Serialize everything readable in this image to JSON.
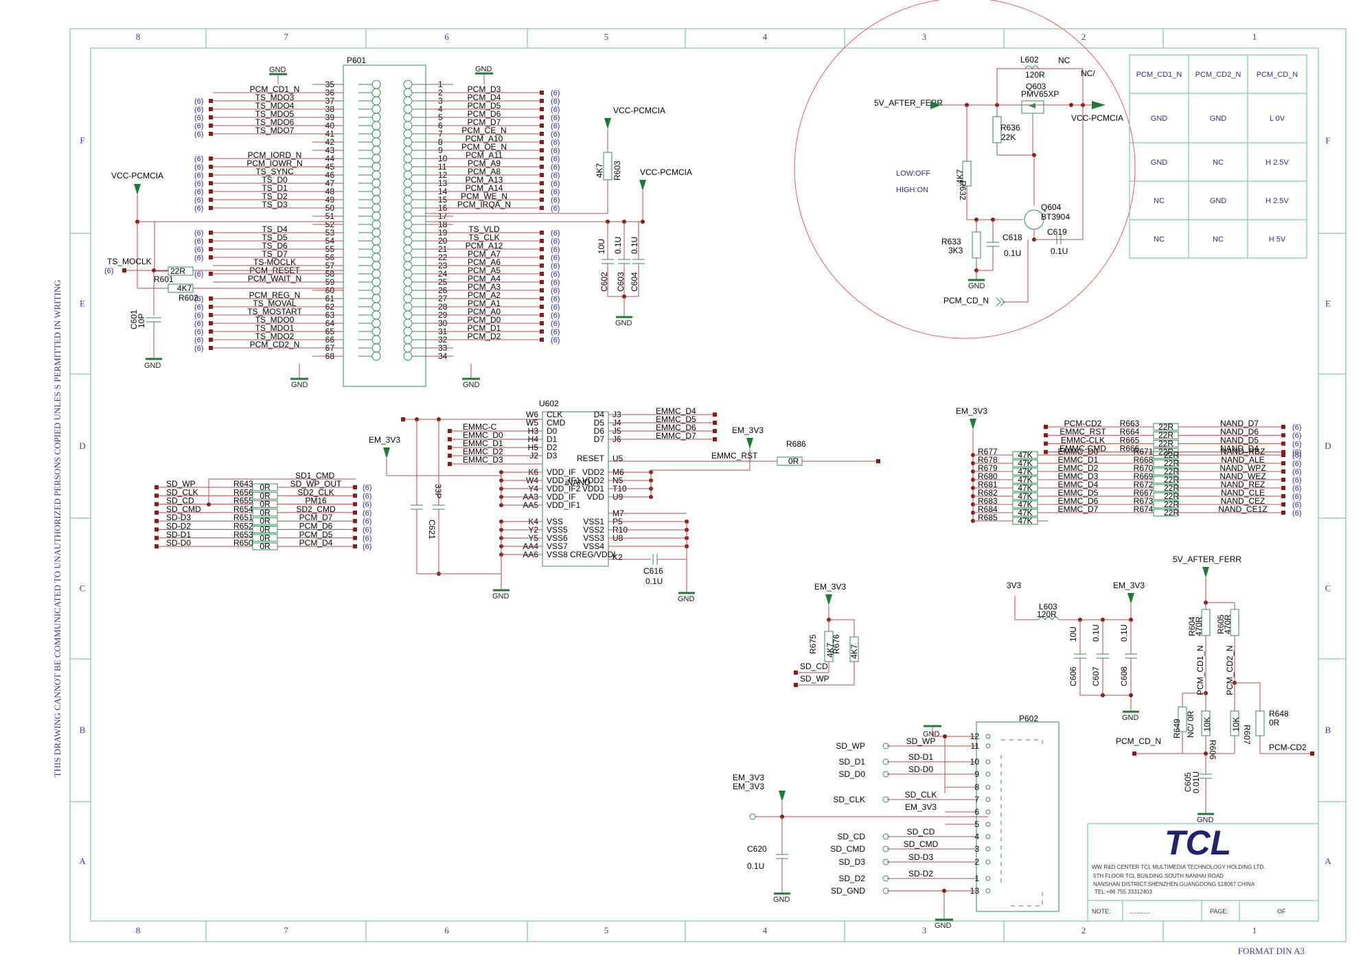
{
  "frame": {
    "cols_top": [
      "8",
      "7",
      "6",
      "5",
      "4",
      "3",
      "2",
      "1"
    ],
    "rows_side": [
      "F",
      "E",
      "D",
      "C",
      "B",
      "A"
    ],
    "side_notice": "THIS DRAWING CANNOT BE COMMUNICATED TO UNAUTHORIZED PERSONS COPIED UNLES S PERMITTED IN WRITING",
    "format": "FORMAT DIN A3"
  },
  "title_block": {
    "logo": "TCL",
    "line1": "WW R&D CENTER TCL MULTIMEDIA TECHNOLOGY HOLDING LTD.",
    "line2": "5TH FLOOR TCL BUILDING.SOUTH NANHAI ROAD",
    "line3": "NANSHAN DISTRICT.SHENZHEN.GUANGDONG 518067 CHINA",
    "line4": "TEL:+86 755 33312403",
    "note_label": "NOTE:",
    "note_value": "............",
    "page_label": "PAGE:",
    "of_label": "OF"
  },
  "p601": {
    "ref": "P601",
    "left_pins": [
      {
        "n": "35",
        "sig": "",
        "ref": ""
      },
      {
        "n": "36",
        "sig": "PCM_CD1_N",
        "ref": ""
      },
      {
        "n": "37",
        "sig": "TS_MDO3",
        "ref": "(6)"
      },
      {
        "n": "38",
        "sig": "TS_MDO4",
        "ref": "(6)"
      },
      {
        "n": "39",
        "sig": "TS_MDO5",
        "ref": "(6)"
      },
      {
        "n": "40",
        "sig": "TS_MDO6",
        "ref": "(6)"
      },
      {
        "n": "41",
        "sig": "TS_MDO7",
        "ref": "(6)"
      },
      {
        "n": "42",
        "sig": "",
        "ref": ""
      },
      {
        "n": "43",
        "sig": "",
        "ref": ""
      },
      {
        "n": "44",
        "sig": "PCM_IORD_N",
        "ref": "(6)"
      },
      {
        "n": "45",
        "sig": "PCM_IOWR_N",
        "ref": "(6)"
      },
      {
        "n": "46",
        "sig": "TS_SYNC",
        "ref": "(6)"
      },
      {
        "n": "47",
        "sig": "TS_D0",
        "ref": "(6)"
      },
      {
        "n": "48",
        "sig": "TS_D1",
        "ref": "(6)"
      },
      {
        "n": "49",
        "sig": "TS_D2",
        "ref": "(6)"
      },
      {
        "n": "50",
        "sig": "TS_D3",
        "ref": "(6)"
      },
      {
        "n": "51",
        "sig": "",
        "ref": ""
      },
      {
        "n": "52",
        "sig": "",
        "ref": ""
      },
      {
        "n": "53",
        "sig": "TS_D4",
        "ref": "(6)"
      },
      {
        "n": "54",
        "sig": "TS_D5",
        "ref": "(6)"
      },
      {
        "n": "55",
        "sig": "TS_D6",
        "ref": "(6)"
      },
      {
        "n": "56",
        "sig": "TS_D7",
        "ref": "(6)"
      },
      {
        "n": "57",
        "sig": "TS-MOCLK",
        "ref": ""
      },
      {
        "n": "58",
        "sig": "PCM_RESET",
        "ref": "(6)"
      },
      {
        "n": "59",
        "sig": "PCM_WAIT_N",
        "ref": ""
      },
      {
        "n": "60",
        "sig": "",
        "ref": ""
      },
      {
        "n": "61",
        "sig": "PCM_REG_N",
        "ref": "(6)"
      },
      {
        "n": "62",
        "sig": "TS_MOVAL",
        "ref": "(6)"
      },
      {
        "n": "63",
        "sig": "TS_MOSTART",
        "ref": "(6)"
      },
      {
        "n": "64",
        "sig": "TS_MDO0",
        "ref": "(6)"
      },
      {
        "n": "65",
        "sig": "TS_MDO1",
        "ref": "(6)"
      },
      {
        "n": "66",
        "sig": "TS_MDO2",
        "ref": "(6)"
      },
      {
        "n": "67",
        "sig": "PCM_CD2_N",
        "ref": "(6)"
      },
      {
        "n": "68",
        "sig": "",
        "ref": ""
      }
    ],
    "right_pins": [
      {
        "n": "1",
        "sig": "",
        "ref": ""
      },
      {
        "n": "2",
        "sig": "PCM_D3",
        "ref": "(6)"
      },
      {
        "n": "3",
        "sig": "PCM_D4",
        "ref": "(6)"
      },
      {
        "n": "4",
        "sig": "PCM_D5",
        "ref": "(6)"
      },
      {
        "n": "5",
        "sig": "PCM_D6",
        "ref": "(6)"
      },
      {
        "n": "6",
        "sig": "PCM_D7",
        "ref": "(6)"
      },
      {
        "n": "7",
        "sig": "PCM_CE_N",
        "ref": "(6)"
      },
      {
        "n": "8",
        "sig": "PCM_A10",
        "ref": "(6)"
      },
      {
        "n": "9",
        "sig": "PCM_OE_N",
        "ref": "(6)"
      },
      {
        "n": "10",
        "sig": "PCM_A11",
        "ref": "(6)"
      },
      {
        "n": "11",
        "sig": "PCM_A9",
        "ref": "(6)"
      },
      {
        "n": "12",
        "sig": "PCM_A8",
        "ref": "(6)"
      },
      {
        "n": "13",
        "sig": "PCM_A13",
        "ref": "(6)"
      },
      {
        "n": "14",
        "sig": "PCM_A14",
        "ref": "(6)"
      },
      {
        "n": "15",
        "sig": "PCM_WE_N",
        "ref": "(6)"
      },
      {
        "n": "16",
        "sig": "PCM_IRQA_N",
        "ref": "(6)"
      },
      {
        "n": "17",
        "sig": "",
        "ref": ""
      },
      {
        "n": "18",
        "sig": "",
        "ref": ""
      },
      {
        "n": "19",
        "sig": "TS_VLD",
        "ref": "(6)"
      },
      {
        "n": "20",
        "sig": "TS_CLK",
        "ref": "(6)"
      },
      {
        "n": "21",
        "sig": "PCM_A12",
        "ref": "(6)"
      },
      {
        "n": "22",
        "sig": "PCM_A7",
        "ref": "(6)"
      },
      {
        "n": "23",
        "sig": "PCM_A6",
        "ref": "(6)"
      },
      {
        "n": "24",
        "sig": "PCM_A5",
        "ref": "(6)"
      },
      {
        "n": "25",
        "sig": "PCM_A4",
        "ref": "(6)"
      },
      {
        "n": "26",
        "sig": "PCM_A3",
        "ref": "(6)"
      },
      {
        "n": "27",
        "sig": "PCM_A2",
        "ref": "(6)"
      },
      {
        "n": "28",
        "sig": "PCM_A1",
        "ref": "(6)"
      },
      {
        "n": "29",
        "sig": "PCM_A0",
        "ref": "(6)"
      },
      {
        "n": "30",
        "sig": "PCM_D0",
        "ref": "(6)"
      },
      {
        "n": "31",
        "sig": "PCM_D1",
        "ref": "(6)"
      },
      {
        "n": "32",
        "sig": "PCM_D2",
        "ref": "(6)"
      },
      {
        "n": "33",
        "sig": "",
        "ref": ""
      },
      {
        "n": "34",
        "sig": "",
        "ref": ""
      }
    ]
  },
  "labels": {
    "gnd": "GND",
    "vcc_pcmcia": "VCC-PCMCIA",
    "em_3v3": "EM_3V3",
    "v3v3": "3V3",
    "v5_after_ferr": "5V_AFTER_FERR",
    "v5_after_ferr_small": "5V_AFTER_FERR",
    "ts_moclk": "TS_MOCLK",
    "six": "(6)",
    "r601": "R601",
    "r601v": "22R",
    "r602": "R602",
    "r602v": "4K7",
    "c601": "C601",
    "c601v": "10P",
    "r603": "R603",
    "r603v": "4K7",
    "c602": "C602",
    "c602v": "10U",
    "c603": "C603",
    "c603v": "0.1U",
    "c604": "C604",
    "c604v": "0.1U",
    "l602": "L602",
    "l602v": "120R",
    "nc": "NC",
    "nc2": "NC/",
    "q603": "Q603",
    "q603v": "PMV65XP",
    "r636": "R636",
    "r636v": "22K",
    "r632": "R632",
    "r632v": "4K7",
    "low_off": "LOW:OFF",
    "high_on": "HIGH:ON",
    "q604": "Q604",
    "q604v": "BT3904",
    "r633": "R633",
    "r633v": "3K3",
    "c618": "C618",
    "c618v": "0.1U",
    "c619": "C619",
    "c619v": "0.1U",
    "pcm_cd_n": "PCM_CD_N",
    "u602": "U602",
    "inand": "iNAND",
    "c621": "C621",
    "c621v": "33P",
    "c616": "C616",
    "c616v": "0.1U",
    "r686": "R686",
    "r686v": "0R",
    "emmc_rst": "EMMC_RST",
    "r675": "R675",
    "r675v": "4K7",
    "r676": "R676",
    "r676v": "4K7",
    "sd_cd": "SD_CD",
    "sd_wp": "SD_WP",
    "l603": "L603",
    "l603v": "120R",
    "c606": "C606",
    "c606v": "10U",
    "c607": "C607",
    "c607v": "0.1U",
    "c608": "C608",
    "c608v": "0.1U",
    "p602": "P602",
    "c620": "C620",
    "c620v": "0.1U",
    "r604": "R604",
    "r604v": "470R",
    "r605": "R605",
    "r605v": "470R",
    "pcm_cd1_n": "PCM_CD1_N",
    "pcm_cd2_n": "PCM_CD2_N",
    "r649": "R649",
    "r649v": "NC/ 0R",
    "r606": "R606",
    "r606v": "10K",
    "r607": "R607",
    "r607v": "10K",
    "r648": "R648",
    "r648v": "0R",
    "pcm_cd2": "PCM-CD2",
    "c605": "C605",
    "c605v": "0.01U"
  },
  "u602": {
    "left_pins": [
      {
        "ball": "W6",
        "name": "CLK",
        "net": ""
      },
      {
        "ball": "W5",
        "name": "CMD",
        "net": "EMMC-C"
      },
      {
        "ball": "H3",
        "name": "D0",
        "net": "EMMC_D0"
      },
      {
        "ball": "H4",
        "name": "D1",
        "net": "EMMC_D1"
      },
      {
        "ball": "H5",
        "name": "D2",
        "net": "EMMC_D2"
      },
      {
        "ball": "J2",
        "name": "D3",
        "net": "EMMC_D3"
      },
      {
        "ball": "K6",
        "name": "VDD_IF",
        "net": ""
      },
      {
        "ball": "W4",
        "name": "VDD_IF1",
        "net": ""
      },
      {
        "ball": "Y4",
        "name": "VDD_IF2",
        "net": ""
      },
      {
        "ball": "AA3",
        "name": "VDD_IF",
        "net": ""
      },
      {
        "ball": "AA5",
        "name": "VDD_IF1",
        "net": ""
      },
      {
        "ball": "K4",
        "name": "VSS",
        "net": ""
      },
      {
        "ball": "Y2",
        "name": "VSS5",
        "net": ""
      },
      {
        "ball": "Y5",
        "name": "VSS6",
        "net": ""
      },
      {
        "ball": "AA4",
        "name": "VSS7",
        "net": ""
      },
      {
        "ball": "AA6",
        "name": "VSS8 CREG/VDDI",
        "net": ""
      }
    ],
    "right_pins": [
      {
        "ball": "J3",
        "name": "D4",
        "net": "EMMC_D4"
      },
      {
        "ball": "J4",
        "name": "D5",
        "net": "EMMC_D5"
      },
      {
        "ball": "J5",
        "name": "D6",
        "net": "EMMC_D6"
      },
      {
        "ball": "J6",
        "name": "D7",
        "net": "EMMC_D7"
      },
      {
        "ball": "U5",
        "name": "RESET",
        "net": ""
      },
      {
        "ball": "M6",
        "name": "VDD2",
        "net": ""
      },
      {
        "ball": "N5",
        "name": "VDD2",
        "net": ""
      },
      {
        "ball": "T10",
        "name": "VDD1",
        "net": ""
      },
      {
        "ball": "U9",
        "name": "VDD",
        "net": ""
      },
      {
        "ball": "M7",
        "name": "",
        "net": ""
      },
      {
        "ball": "P5",
        "name": "VSS1",
        "net": ""
      },
      {
        "ball": "R10",
        "name": "VSS2",
        "net": ""
      },
      {
        "ball": "U8",
        "name": "VSS3",
        "net": ""
      },
      {
        "ball": "",
        "name": "VSS4",
        "net": ""
      },
      {
        "ball": "K2",
        "name": "",
        "net": ""
      }
    ]
  },
  "sd_resistors": [
    {
      "left": "SD_WP",
      "r": "R643",
      "v": "0R",
      "right": "SD_WP_OUT",
      "top": "SD1_CMD"
    },
    {
      "left": "SD_CLK",
      "r": "R656",
      "v": "0R",
      "right": "SD2_CLK",
      "top": ""
    },
    {
      "left": "SD_CD",
      "r": "R655",
      "v": "0R",
      "right": "PM16",
      "top": ""
    },
    {
      "left": "SD_CMD",
      "r": "R654",
      "v": "0R",
      "right": "SD2_CMD",
      "top": ""
    },
    {
      "left": "SD-D3",
      "r": "R651",
      "v": "0R",
      "right": "PCM_D7",
      "top": ""
    },
    {
      "left": "SD-D2",
      "r": "R652",
      "v": "0R",
      "right": "PCM_D6",
      "top": ""
    },
    {
      "left": "SD-D1",
      "r": "R653",
      "v": "0R",
      "right": "PCM_D5",
      "top": ""
    },
    {
      "left": "SD-D0",
      "r": "R650",
      "v": "0R",
      "right": "PCM_D4",
      "top": ""
    }
  ],
  "nand_upper": [
    {
      "left": "PCM-CD2",
      "r": "R663",
      "v": "22R",
      "right": "NAND_D7"
    },
    {
      "left": "EMMC_RST",
      "r": "R664",
      "v": "22R",
      "right": "NAND_D6"
    },
    {
      "left": "EMMC-CLK",
      "r": "R665",
      "v": "22R",
      "right": "NAND_D5"
    },
    {
      "left": "EMMC-CMD",
      "r": "R666",
      "v": "22R",
      "right": "NAND_D4"
    }
  ],
  "nand_lower": [
    {
      "pull": "R677",
      "pv": "47K",
      "net": "EMMC_D0",
      "r": "R671",
      "v": "22R",
      "right": "NAND_RBZ"
    },
    {
      "pull": "R678",
      "pv": "47K",
      "net": "EMMC_D1",
      "r": "R668",
      "v": "22R",
      "right": "NAND_ALE"
    },
    {
      "pull": "R679",
      "pv": "47K",
      "net": "EMMC_D2",
      "r": "R670",
      "v": "22R",
      "right": "NAND_WPZ"
    },
    {
      "pull": "R680",
      "pv": "47K",
      "net": "EMMC_D3",
      "r": "R669",
      "v": "22R",
      "right": "NAND_WEZ"
    },
    {
      "pull": "R681",
      "pv": "47K",
      "net": "EMMC_D4",
      "r": "R672",
      "v": "22R",
      "right": "NAND_REZ"
    },
    {
      "pull": "R682",
      "pv": "47K",
      "net": "EMMC_D5",
      "r": "R667",
      "v": "22R",
      "right": "NAND_CLE"
    },
    {
      "pull": "R683",
      "pv": "47K",
      "net": "EMMC_D6",
      "r": "R673",
      "v": "22R",
      "right": "NAND_CEZ"
    },
    {
      "pull": "R684",
      "pv": "47K",
      "net": "EMMC_D7",
      "r": "R674",
      "v": "22R",
      "right": "NAND_CE1Z"
    },
    {
      "pull": "R685",
      "pv": "47K",
      "net": "",
      "r": "",
      "v": "",
      "right": ""
    }
  ],
  "p602": {
    "pins": [
      {
        "n": "12",
        "sig": "",
        "ext": ""
      },
      {
        "n": "11",
        "sig": "SD_WP",
        "ext": "SD_WP"
      },
      {
        "n": "10",
        "sig": "SD-D1",
        "ext": "SD_D1"
      },
      {
        "n": "9",
        "sig": "SD-D0",
        "ext": "SD_D0"
      },
      {
        "n": "8",
        "sig": "",
        "ext": ""
      },
      {
        "n": "7",
        "sig": "SD_CLK",
        "ext": "SD_CLK"
      },
      {
        "n": "6",
        "sig": "EM_3V3",
        "ext": ""
      },
      {
        "n": "5",
        "sig": "",
        "ext": ""
      },
      {
        "n": "4",
        "sig": "SD_CD",
        "ext": "SD_CD"
      },
      {
        "n": "3",
        "sig": "SD_CMD",
        "ext": "SD_CMD"
      },
      {
        "n": "2",
        "sig": "SD-D3",
        "ext": "SD_D3"
      },
      {
        "n": "1",
        "sig": "SD-D2",
        "ext": "SD_D2"
      },
      {
        "n": "13",
        "sig": "",
        "ext": "SD_GND"
      }
    ]
  },
  "truth_table": {
    "headers": [
      "PCM_CD1_N",
      "PCM_CD2_N",
      "PCM_CD_N"
    ],
    "rows": [
      [
        "GND",
        "GND",
        "L 0V"
      ],
      [
        "GND",
        "NC",
        "H  2.5V"
      ],
      [
        "NC",
        "GND",
        "H  2.5V"
      ],
      [
        "NC",
        "NC",
        "H  5V"
      ]
    ]
  }
}
